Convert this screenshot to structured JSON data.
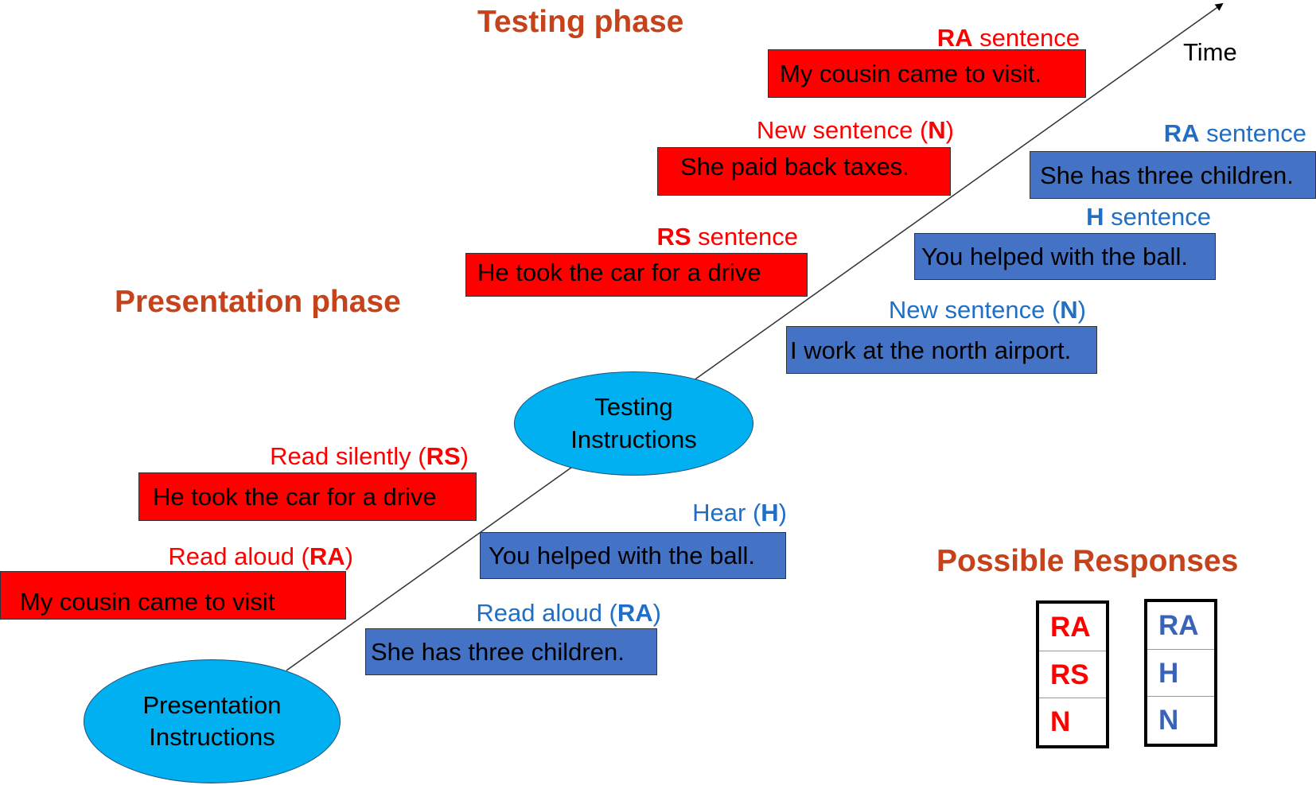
{
  "phases": {
    "testing": "Testing phase",
    "presentation": "Presentation phase"
  },
  "time_label": "Time",
  "ellipses": {
    "presentation": [
      "Presentation",
      "Instructions"
    ],
    "testing": [
      "Testing",
      "Instructions"
    ]
  },
  "presentation_items": {
    "read_silently": {
      "label_pre": "Read silently (",
      "label_bold": "RS",
      "label_post": ")",
      "sentence": "He took the car for a drive"
    },
    "read_aloud_red": {
      "label_pre": "Read aloud (",
      "label_bold": "RA",
      "label_post": ")",
      "sentence": "My cousin came to visit"
    },
    "hear": {
      "label_pre": "Hear (",
      "label_bold": "H",
      "label_post": ")",
      "sentence": "You helped with the ball."
    },
    "read_aloud_blue": {
      "label_pre": "Read aloud (",
      "label_bold": "RA",
      "label_post": ")",
      "sentence": "She has three children."
    }
  },
  "testing_items": {
    "ra_red": {
      "label_bold": "RA",
      "label_post": " sentence",
      "sentence": "My cousin came to visit."
    },
    "new_red": {
      "label_pre": "New sentence (",
      "label_bold": "N",
      "label_post": ")",
      "sentence": "She paid back taxes."
    },
    "rs_red": {
      "label_bold": "RS",
      "label_post": " sentence",
      "sentence": "He took the car for a drive"
    },
    "ra_blue": {
      "label_bold": "RA",
      "label_post": " sentence",
      "sentence": "She has three children."
    },
    "h_blue": {
      "label_bold": "H",
      "label_post": " sentence",
      "sentence": "You helped with the ball."
    },
    "new_blue": {
      "label_pre": "New sentence (",
      "label_bold": "N",
      "label_post": ")",
      "sentence": "I work at the north airport."
    }
  },
  "responses": {
    "title": "Possible Responses",
    "red": [
      "RA",
      "RS",
      "N"
    ],
    "blue": [
      "RA",
      "H",
      "N"
    ]
  },
  "colors": {
    "red": "#ff0000",
    "blue_box": "#4472c4",
    "blue_text": "#1f6fc6",
    "ellipse": "#00b0f0",
    "phase_title": "#c5421a"
  }
}
